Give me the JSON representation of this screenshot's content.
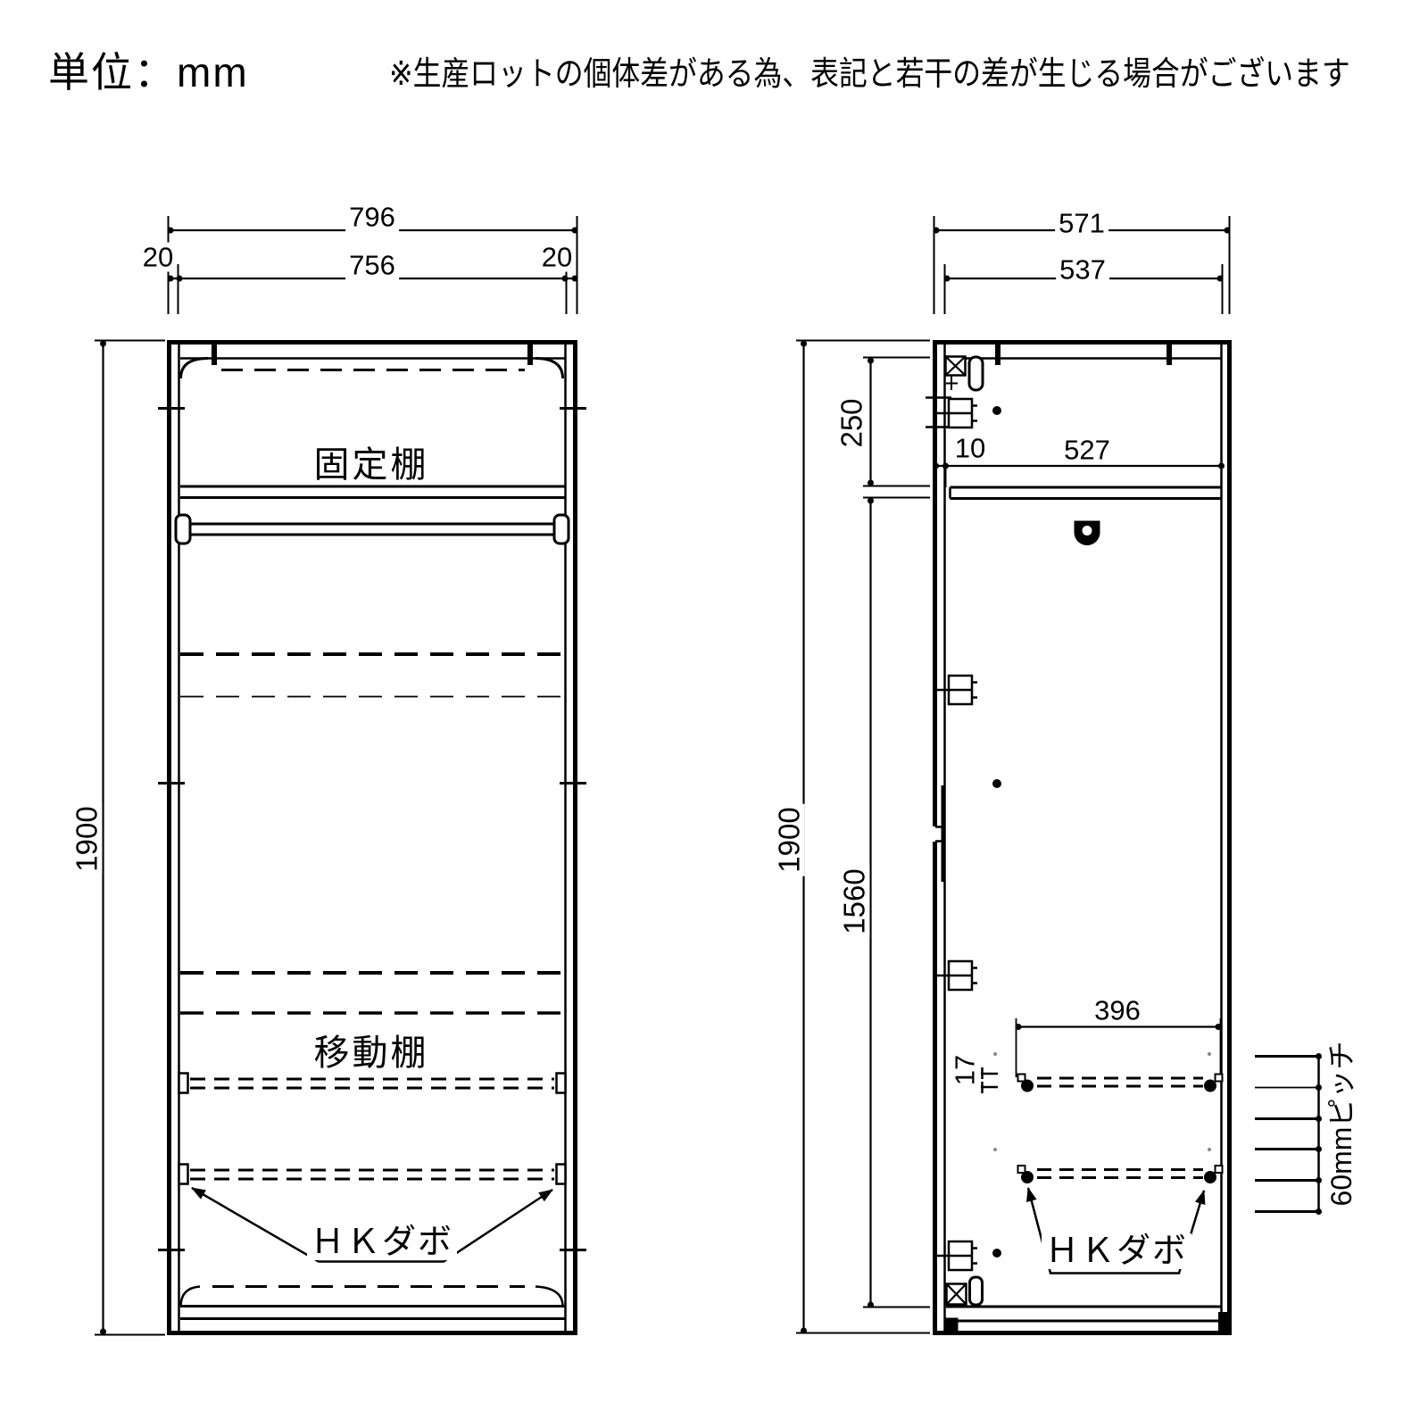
{
  "header": {
    "unit_label": "単位：mm",
    "note": "※生産ロットの個体差がある為、表記と若干の差が生じる場合がございます"
  },
  "front_view": {
    "dim_total_width": "796",
    "dim_left_panel": "20",
    "dim_inner_width": "756",
    "dim_right_panel": "20",
    "dim_height": "1900",
    "fixed_shelf_label": "固定棚",
    "movable_shelf_label": "移動棚",
    "dowel_label": "ＨＫダボ"
  },
  "side_view": {
    "dim_total_depth": "571",
    "dim_inner_depth": "537",
    "dim_height": "1900",
    "dim_top_section": "250",
    "dim_back_clearance": "10",
    "dim_shelf_depth": "527",
    "dim_lower_section": "1560",
    "dim_pin_span": "396",
    "dim_shelf_thickness": "17",
    "dowel_label": "ＨＫダボ",
    "pitch_label": "60mmピッチ"
  }
}
